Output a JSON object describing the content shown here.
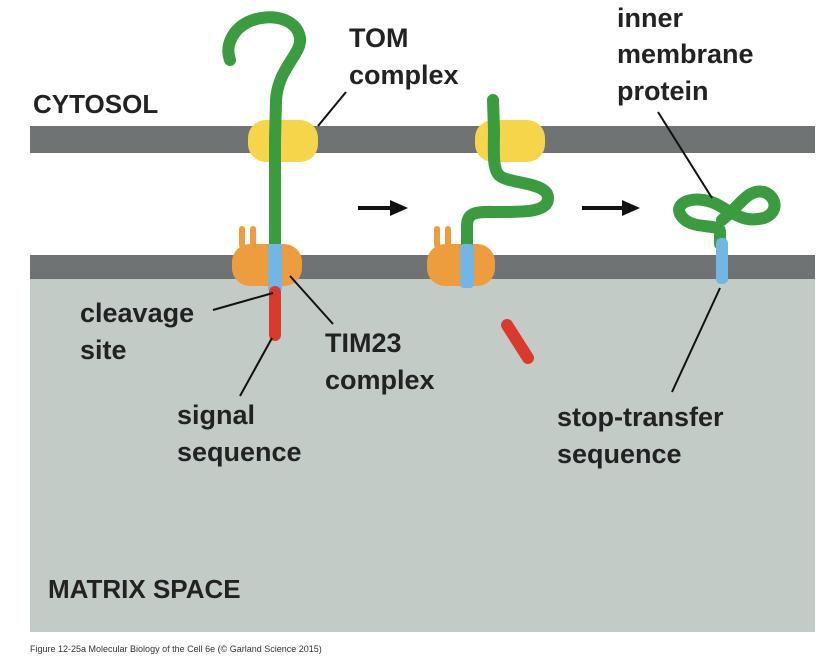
{
  "diagram": {
    "regions": {
      "cytosol": "CYTOSOL",
      "matrix": "MATRIX SPACE"
    },
    "labels": {
      "tom_line1": "TOM",
      "tom_line2": "complex",
      "inner_line1": "inner",
      "inner_line2": "membrane",
      "inner_line3": "protein",
      "cleavage_line1": "cleavage",
      "cleavage_line2": "site",
      "tim_line1": "TIM23",
      "tim_line2": "complex",
      "signal_line1": "signal",
      "signal_line2": "sequence",
      "stop_line1": "stop-transfer",
      "stop_line2": "sequence"
    },
    "caption": "Figure 12-25a  Molecular Biology of the Cell 6e (© Garland Science 2015)"
  },
  "colors": {
    "membrane": "#6f7374",
    "matrix": "#c3cbc7",
    "tom": "#f7d54a",
    "tim": "#ee9d3e",
    "protein": "#3a9b3f",
    "signal": "#d93a2c",
    "stop_transfer": "#72b6e3",
    "text": "#222222"
  }
}
